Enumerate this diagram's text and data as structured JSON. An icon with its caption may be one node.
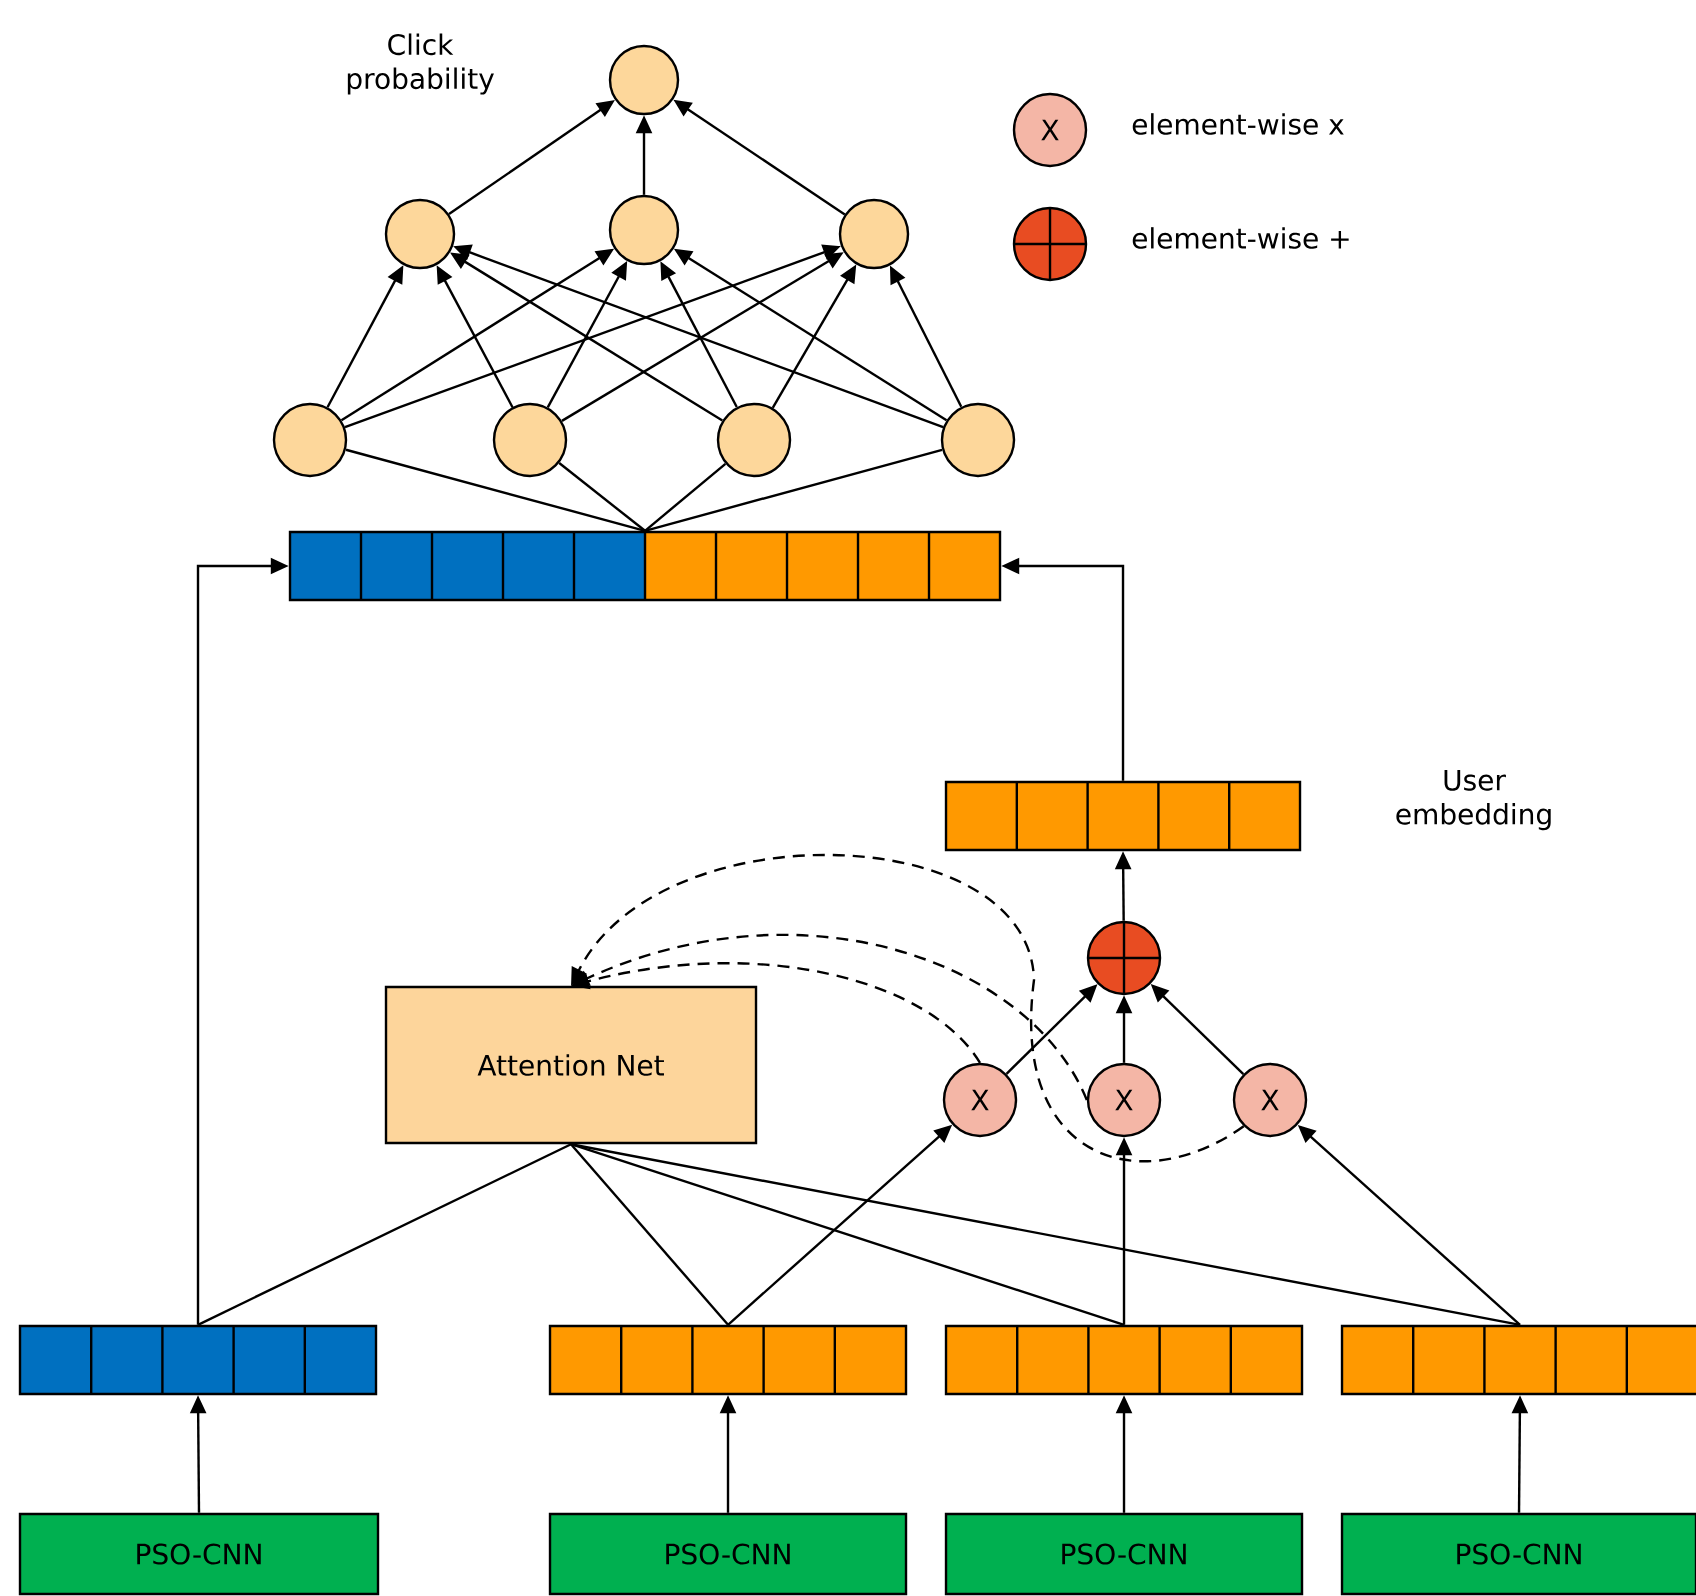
{
  "diagram": {
    "nodes": [
      {
        "text": [],
        "shape": "circle"
      },
      {
        "text": [],
        "shape": "circle"
      },
      {
        "text": [],
        "shape": "circle"
      },
      {
        "text": [],
        "shape": "circle"
      },
      {
        "text": [],
        "shape": "circle"
      },
      {
        "text": [],
        "shape": "circle"
      },
      {
        "text": [],
        "shape": "circle"
      },
      {
        "text": [],
        "shape": "circle"
      },
      {
        "text": [],
        "shape": "bar"
      },
      {
        "text": [],
        "shape": "bar",
        "beside": [
          "User embedding"
        ]
      },
      {
        "text": [],
        "shape": "circle"
      },
      {
        "text": [
          "Attention Net"
        ]
      },
      {
        "text": [
          "X"
        ]
      },
      {
        "text": [
          "X"
        ]
      },
      {
        "text": [
          "X"
        ]
      },
      {
        "text": [],
        "shape": "bar"
      },
      {
        "text": [],
        "shape": "bar"
      },
      {
        "text": [],
        "shape": "bar"
      },
      {
        "text": [],
        "shape": "bar"
      },
      {
        "text": [
          "PSO-CNN"
        ]
      },
      {
        "text": [
          "PSO-CNN"
        ]
      },
      {
        "text": [
          "PSO-CNN"
        ]
      },
      {
        "text": [
          "PSO-CNN"
        ]
      }
    ],
    "edges": [
      {
        "from": 1,
        "to": 0,
        "arrow": "to"
      },
      {
        "from": 2,
        "to": 0,
        "arrow": "to"
      },
      {
        "from": 3,
        "to": 0,
        "arrow": "to"
      },
      {
        "from": 4,
        "to": 1,
        "arrow": "to"
      },
      {
        "from": 4,
        "to": 2,
        "arrow": "to"
      },
      {
        "from": 4,
        "to": 3,
        "arrow": "to"
      },
      {
        "from": 5,
        "to": 1,
        "arrow": "to"
      },
      {
        "from": 5,
        "to": 2,
        "arrow": "to"
      },
      {
        "from": 5,
        "to": 3,
        "arrow": "to"
      },
      {
        "from": 6,
        "to": 1,
        "arrow": "to"
      },
      {
        "from": 6,
        "to": 2,
        "arrow": "to"
      },
      {
        "from": 6,
        "to": 3,
        "arrow": "to"
      },
      {
        "from": 7,
        "to": 1,
        "arrow": "to"
      },
      {
        "from": 7,
        "to": 2,
        "arrow": "to"
      },
      {
        "from": 7,
        "to": 3,
        "arrow": "to"
      },
      {
        "from": 8,
        "to": 4,
        "arrow": "none"
      },
      {
        "from": 8,
        "to": 5,
        "arrow": "none"
      },
      {
        "from": 8,
        "to": 6,
        "arrow": "none"
      },
      {
        "from": 8,
        "to": 7,
        "arrow": "none"
      },
      {
        "from": 15,
        "to": 8,
        "arrow": "to"
      },
      {
        "from": 9,
        "to": 8,
        "arrow": "to"
      },
      {
        "from": 10,
        "to": 9,
        "arrow": "to"
      },
      {
        "from": 12,
        "to": 10,
        "arrow": "to"
      },
      {
        "from": 13,
        "to": 10,
        "arrow": "to"
      },
      {
        "from": 14,
        "to": 10,
        "arrow": "to"
      },
      {
        "from": 12,
        "to": 11,
        "arrow": "to",
        "style": "dashed"
      },
      {
        "from": 13,
        "to": 11,
        "arrow": "to",
        "style": "dashed"
      },
      {
        "from": 14,
        "to": 11,
        "arrow": "to",
        "style": "dashed"
      },
      {
        "from": 11,
        "to": 15,
        "arrow": "none"
      },
      {
        "from": 11,
        "to": 16,
        "arrow": "none"
      },
      {
        "from": 11,
        "to": 17,
        "arrow": "none"
      },
      {
        "from": 11,
        "to": 18,
        "arrow": "none"
      },
      {
        "from": 16,
        "to": 12,
        "arrow": "to"
      },
      {
        "from": 17,
        "to": 13,
        "arrow": "to"
      },
      {
        "from": 18,
        "to": 14,
        "arrow": "to"
      },
      {
        "from": 19,
        "to": 15,
        "arrow": "to"
      },
      {
        "from": 20,
        "to": 16,
        "arrow": "to"
      },
      {
        "from": 21,
        "to": 17,
        "arrow": "to"
      },
      {
        "from": 22,
        "to": 18,
        "arrow": "to"
      }
    ],
    "labels": [
      "Click probability",
      "X"
    ],
    "legend": [
      {
        "text": "element-wise x"
      },
      {
        "text": "element-wise +"
      }
    ]
  }
}
